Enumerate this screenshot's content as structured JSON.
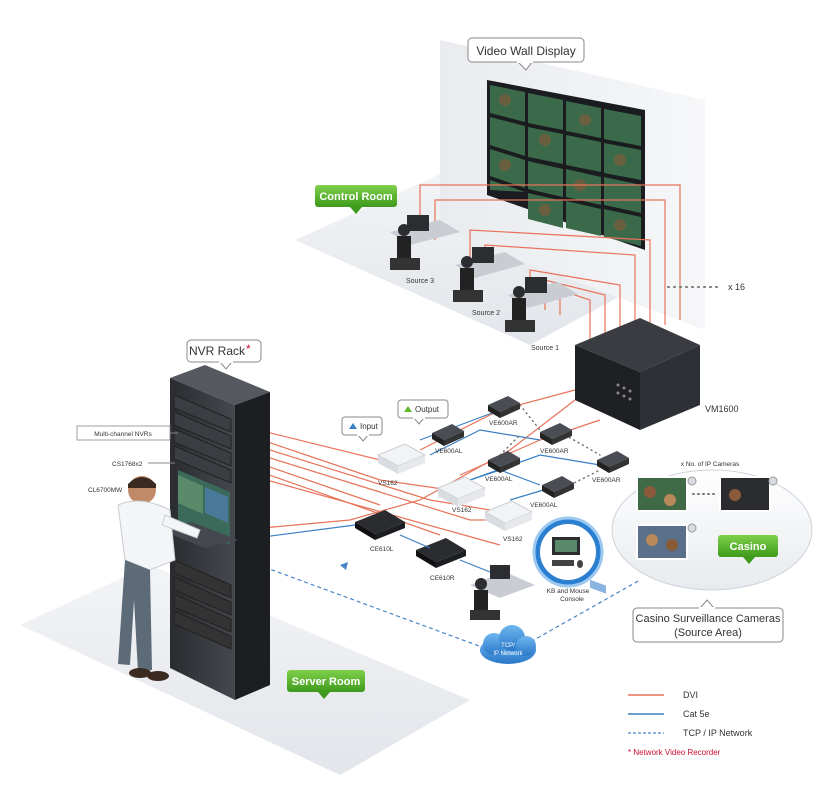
{
  "callouts": {
    "video_wall": "Video Wall Display",
    "nvr_rack": "NVR Rack",
    "nvr_rack_star": "*",
    "input": "Input",
    "output": "Output",
    "casino_cameras_line1": "Casino Surveillance Cameras",
    "casino_cameras_line2": "(Source Area)"
  },
  "badges": {
    "control_room": "Control Room",
    "server_room": "Server Room",
    "casino": "Casino"
  },
  "labels": {
    "source3": "Source 3",
    "source2": "Source 2",
    "source1": "Source 1",
    "x16": "x 16",
    "vm1600": "VM1600",
    "ve600ar_top": "VE600AR",
    "ve600al_top": "VE600AL",
    "ve600ar_mid": "VE600AR",
    "ve600al_mid": "VE600AL",
    "ve600ar_right": "VE600AR",
    "ve600al_low": "VE600AL",
    "vs162_a": "VS162",
    "vs162_b": "VS162",
    "vs162_c": "VS162",
    "multi_nvrs": "Multi-channel NVRs",
    "cs1768x2": "CS1768x2",
    "cl6700mw": "CL6700MW",
    "ce610l": "CE610L",
    "ce610r": "CE610R",
    "kb_mouse_1": "KB and Mouse",
    "kb_mouse_2": "Console",
    "ip_cameras": "x No. of IP Cameras",
    "ip_network_1": "TCP/",
    "ip_network_2": "IP Network"
  },
  "legend": {
    "dvi": "DVI",
    "cat5e": "Cat 5e",
    "tcpip": "TCP / IP Network",
    "note": "* Network Video Recorder"
  },
  "colors": {
    "dvi": "#e8735a",
    "cat5e": "#3b7fc4",
    "tcpip": "#4a86c8",
    "badge_green": "#5cb82e",
    "accent_red": "#c8102e"
  }
}
